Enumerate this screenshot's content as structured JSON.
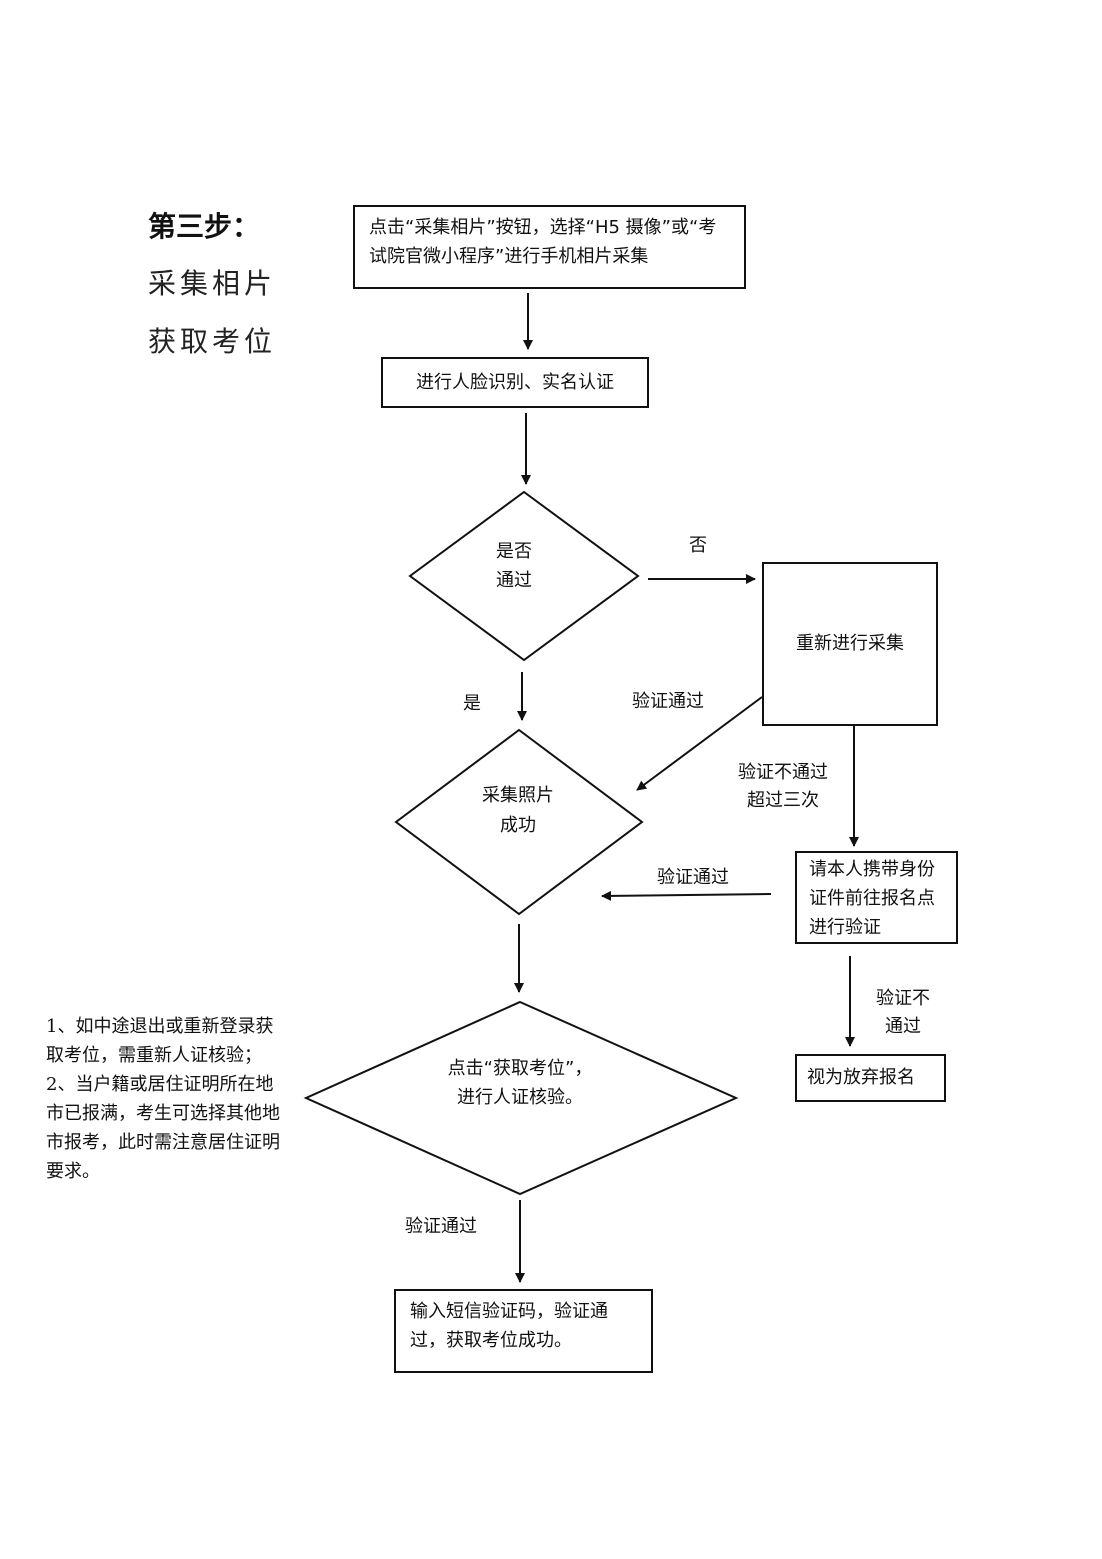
{
  "step": {
    "title": "第三步：",
    "line1": "采集相片",
    "line2": "获取考位"
  },
  "nodes": {
    "start": "点击“采集相片”按钮，选择“H5 摄像”或“考试院官微小程序”进行手机相片采集",
    "face": "进行人脸识别、实名认证",
    "pass_q_line1": "是否",
    "pass_q_line2": "通过",
    "recollect": "重新进行采集",
    "photo_ok_line1": "采集照片",
    "photo_ok_line2": "成功",
    "onsite": "请本人携带身份证件前往报名点进行验证",
    "get_seat_line1": "点击“获取考位”，",
    "get_seat_line2": "进行人证核验。",
    "abandon": "视为放弃报名",
    "sms": "输入短信验证码，验证通过，获取考位成功。"
  },
  "edges": {
    "no": "否",
    "yes": "是",
    "verified_1": "验证通过",
    "fail3_line1": "验证不通过",
    "fail3_line2": "超过三次",
    "verified_2": "验证通过",
    "fail_line1": "验证不",
    "fail_line2": "通过",
    "verified_3": "验证通过"
  },
  "notes": {
    "line1": "1、如中途退出或重新登录获取考位，需重新人证核验；",
    "line2": "2、当户籍或居住证明所在地市已报满，考生可选择其他地市报考，此时需注意居住证明要求。"
  }
}
